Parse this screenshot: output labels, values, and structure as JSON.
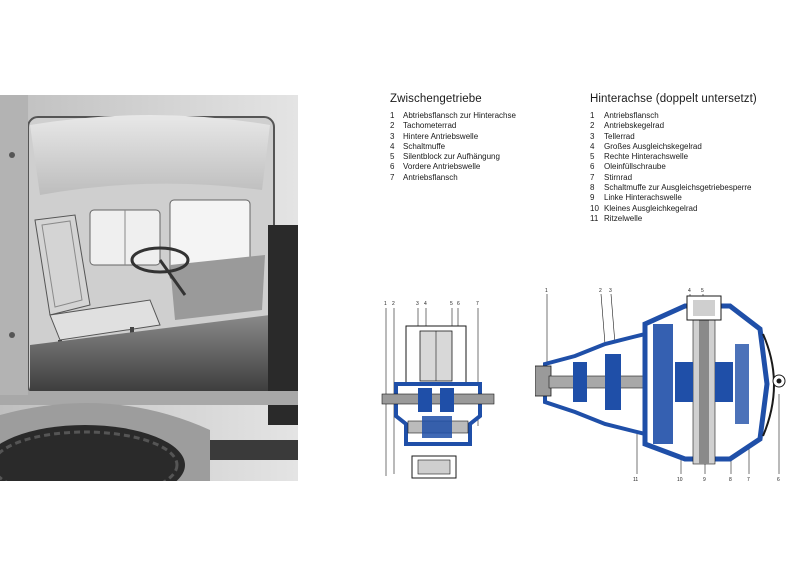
{
  "zwischengetriebe": {
    "title": "Zwischengetriebe",
    "items": [
      {
        "n": "1",
        "label": "Abtriebsflansch zur Hinterachse"
      },
      {
        "n": "2",
        "label": "Tachometerrad"
      },
      {
        "n": "3",
        "label": "Hintere Antriebswelle"
      },
      {
        "n": "4",
        "label": "Schaltmuffe"
      },
      {
        "n": "5",
        "label": "Silentblock zur Aufhängung"
      },
      {
        "n": "6",
        "label": "Vordere Antriebswelle"
      },
      {
        "n": "7",
        "label": "Antriebsflansch"
      }
    ],
    "callouts": [
      "1",
      "2",
      "3",
      "4",
      "5",
      "6",
      "7"
    ]
  },
  "hinterachse": {
    "title": "Hinterachse (doppelt untersetzt)",
    "items": [
      {
        "n": "1",
        "label": "Antriebsflansch"
      },
      {
        "n": "2",
        "label": "Antriebskegelrad"
      },
      {
        "n": "3",
        "label": "Tellerrad"
      },
      {
        "n": "4",
        "label": "Großes Ausgleichskegelrad"
      },
      {
        "n": "5",
        "label": "Rechte Hinterachswelle"
      },
      {
        "n": "6",
        "label": "Oleinfüllschraube"
      },
      {
        "n": "7",
        "label": "Stirnrad"
      },
      {
        "n": "8",
        "label": "Schaltmuffe zur Ausgleichsgetriebesperre"
      },
      {
        "n": "9",
        "label": "Linke Hinterachswelle"
      },
      {
        "n": "10",
        "label": "Kleines Ausgleichkegelrad"
      },
      {
        "n": "11",
        "label": "Ritzelwelle"
      }
    ],
    "callouts_top": [
      "1",
      "2",
      "3",
      "4",
      "5"
    ],
    "callouts_bottom": [
      "11",
      "10",
      "9",
      "8",
      "7",
      "6"
    ]
  },
  "colors": {
    "diagram_blue": "#1f4fa8",
    "ink": "#1a1a1a"
  },
  "photo": {
    "subject": "truck-cab-interior-photo"
  }
}
